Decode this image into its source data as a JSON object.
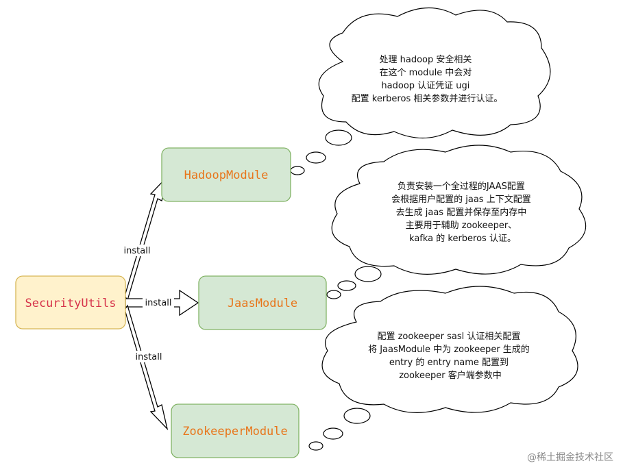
{
  "colors": {
    "source_fill": "#fff2cc",
    "source_stroke": "#d6b656",
    "source_text": "#d6334a",
    "module_fill": "#d5e8d4",
    "module_stroke": "#82b366",
    "module_text": "#e8751a",
    "cloud_stroke": "#000000",
    "cloud_fill": "#ffffff"
  },
  "nodes": {
    "source": {
      "label": "SecurityUtils"
    },
    "hadoop": {
      "label": "HadoopModule"
    },
    "jaas": {
      "label": "JaasModule"
    },
    "zookeeper": {
      "label": "ZookeeperModule"
    }
  },
  "edges": {
    "to_hadoop": {
      "label": "install"
    },
    "to_jaas": {
      "label": "install"
    },
    "to_zookeeper": {
      "label": "install"
    }
  },
  "notes": {
    "hadoop": {
      "lines": [
        "处理 hadoop 安全相关",
        "在这个 module 中会对",
        "hadoop 认证凭证 ugi",
        "配置 kerberos 相关参数并进行认证。"
      ]
    },
    "jaas": {
      "lines": [
        "负责安装一个全过程的JAAS配置",
        "会根据用户配置的 jaas 上下文配置",
        "去生成 jaas 配置并保存至内存中",
        "主要用于辅助 zookeeper、",
        "kafka 的 kerberos 认证。"
      ]
    },
    "zookeeper": {
      "lines": [
        "配置 zookeeper sasl 认证相关配置",
        "将 JaasModule 中为 zookeeper 生成的",
        "entry 的 entry name 配置到",
        "zookeeper 客户端参数中"
      ]
    }
  },
  "watermark": "@稀土掘金技术社区"
}
